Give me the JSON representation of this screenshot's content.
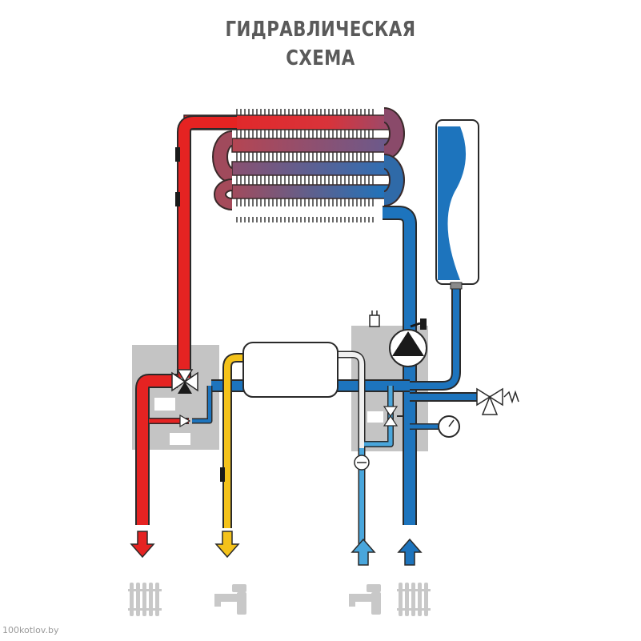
{
  "title_line1": "ГИДРАВЛИЧЕСКАЯ",
  "title_line2": "СХЕМА",
  "watermark": "100kotlov.by",
  "colors": {
    "hot": "#e52322",
    "cold": "#1d74bd",
    "dhw": "#f4c21a",
    "coldwater": "#49a6dc",
    "panel": "#c4c4c4",
    "outline": "#2a2a2a",
    "fixture": "#c8c8c8"
  },
  "icons": {
    "pump": "circulation-pump-icon",
    "three_way_valve": "three-way-valve-icon",
    "safety_valve": "safety-valve-icon",
    "pressure_gauge": "pressure-gauge-icon",
    "expansion_tank": "expansion-tank-icon",
    "heat_exchanger": "primary-heat-exchanger-icon",
    "plate_exchanger": "plate-heat-exchanger-icon",
    "radiator": "radiator-icon",
    "tap": "tap-icon"
  }
}
